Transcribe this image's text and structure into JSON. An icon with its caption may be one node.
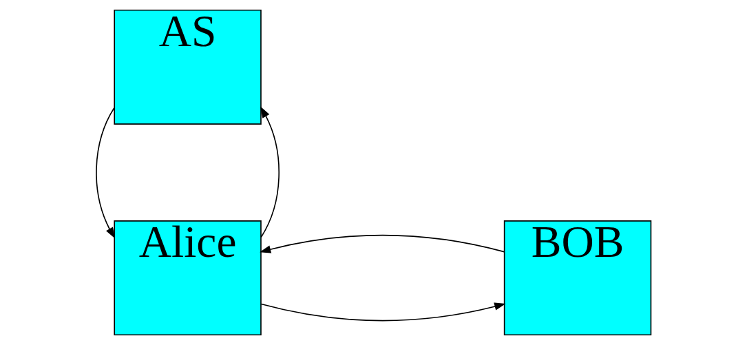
{
  "diagram": {
    "nodes": [
      {
        "text": [
          "AS"
        ]
      },
      {
        "text": [
          "Alice"
        ]
      },
      {
        "text": [
          "BOB"
        ]
      }
    ],
    "edges": [
      {
        "from": 1,
        "to": 0,
        "arrow": "to"
      },
      {
        "from": 0,
        "to": 1,
        "arrow": "to"
      },
      {
        "from": 1,
        "to": 2,
        "arrow": "to"
      },
      {
        "from": 2,
        "to": 1,
        "arrow": "to"
      }
    ]
  }
}
